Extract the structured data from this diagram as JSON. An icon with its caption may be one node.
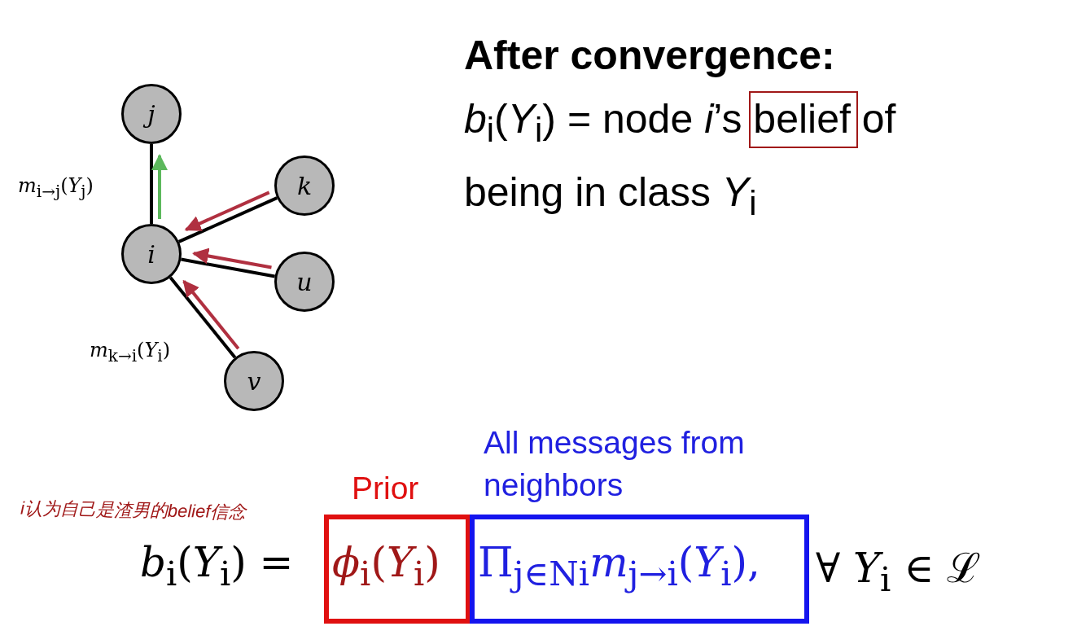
{
  "diagram": {
    "title": "After convergence:",
    "nodes": [
      {
        "text": [
          "j"
        ]
      },
      {
        "text": [
          "i"
        ]
      },
      {
        "text": [
          "k"
        ]
      },
      {
        "text": [
          "u"
        ]
      },
      {
        "text": [
          "v"
        ]
      },
      {
        "text": [
          "Prior",
          "*ϕ*$_{i}$(*Y*$_{i}$)"
        ]
      },
      {
        "text": [
          "All messages from neighbors",
          "Π$_{j∈Ni}$*m*$_{j→i}$(*Y*$_{i}$),"
        ]
      }
    ],
    "edges": [
      {
        "from": 1,
        "to": 0,
        "arrow": "none"
      },
      {
        "from": 1,
        "to": 2,
        "arrow": "none"
      },
      {
        "from": 1,
        "to": 3,
        "arrow": "none"
      },
      {
        "from": 1,
        "to": 4,
        "arrow": "none"
      },
      {
        "from": 1,
        "to": 0,
        "arrow": "to",
        "color": "#5cb85c"
      },
      {
        "from": 2,
        "to": 1,
        "arrow": "to",
        "color": "#b03040"
      },
      {
        "from": 3,
        "to": 1,
        "arrow": "to",
        "color": "#b03040"
      },
      {
        "from": 4,
        "to": 1,
        "arrow": "to",
        "color": "#b03040"
      }
    ],
    "labels": [
      "*b*$_{i}$(*Y*$_{i}$) = node *i*’s belief of being in class *Y*$_{i}$",
      "*m*$_{i→j}$(*Y*$_{j}$)",
      "*m*$_{k→i}$(*Y*$_{i}$)",
      "i认为自己是渣男的belief信念",
      "*b*$_{i}$(*Y*$_{i}$) =",
      "∀ *Y*$_{i}$ ∈ ℒ"
    ]
  }
}
